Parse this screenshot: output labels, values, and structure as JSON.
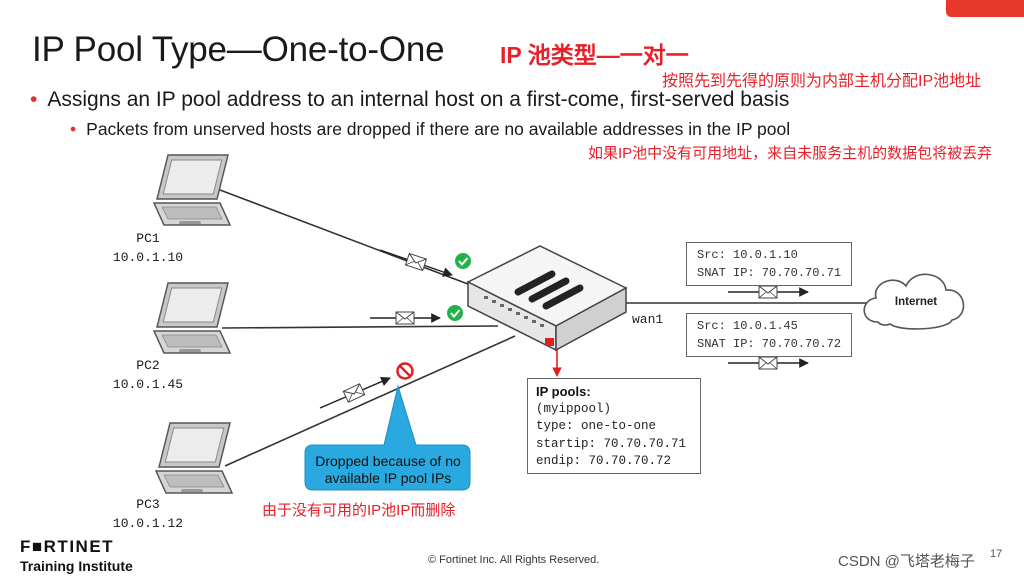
{
  "title": "IP Pool Type—One-to-One",
  "title_cn": "IP 池类型—一对一",
  "note1_cn": "按照先到先得的原则为内部主机分配IP池地址",
  "bullet1": "Assigns an IP pool address to an internal host on a first-come, first-served basis",
  "bullet2": "Packets from unserved hosts are dropped if there are no available addresses in the IP pool",
  "note2_cn": "如果IP池中没有可用地址，来自未服务主机的数据包将被丢弃",
  "pcs": [
    {
      "name": "PC1",
      "ip": "10.0.1.10",
      "status": "allowed"
    },
    {
      "name": "PC2",
      "ip": "10.0.1.45",
      "status": "allowed"
    },
    {
      "name": "PC3",
      "ip": "10.0.1.12",
      "status": "dropped"
    }
  ],
  "snat": [
    {
      "src_line": "Src: 10.0.1.10",
      "snat_line": "SNAT IP: 70.70.70.71"
    },
    {
      "src_line": "Src: 10.0.1.45",
      "snat_line": "SNAT IP: 70.70.70.72"
    }
  ],
  "wan_label": "wan1",
  "internet_label": "Internet",
  "ip_pools": {
    "heading": "IP pools:",
    "lines": [
      "(myippool)",
      "type: one-to-one",
      "startip: 70.70.70.71",
      "endip: 70.70.70.72"
    ]
  },
  "callout": {
    "line1": "Dropped because of no",
    "line2": "available IP pool IPs"
  },
  "note3_cn": "由于没有可用的IP池IP而删除",
  "footer": {
    "logo": "F■RTINET",
    "logo_sub": "Training Institute",
    "copyright": "© Fortinet Inc. All Rights Reserved.",
    "page": "17",
    "watermark": "CSDN @飞塔老梅子"
  },
  "colors": {
    "accent": "#e8202a",
    "check": "#22b14c",
    "stop": "#e02020",
    "callout": "#29a9e0"
  }
}
